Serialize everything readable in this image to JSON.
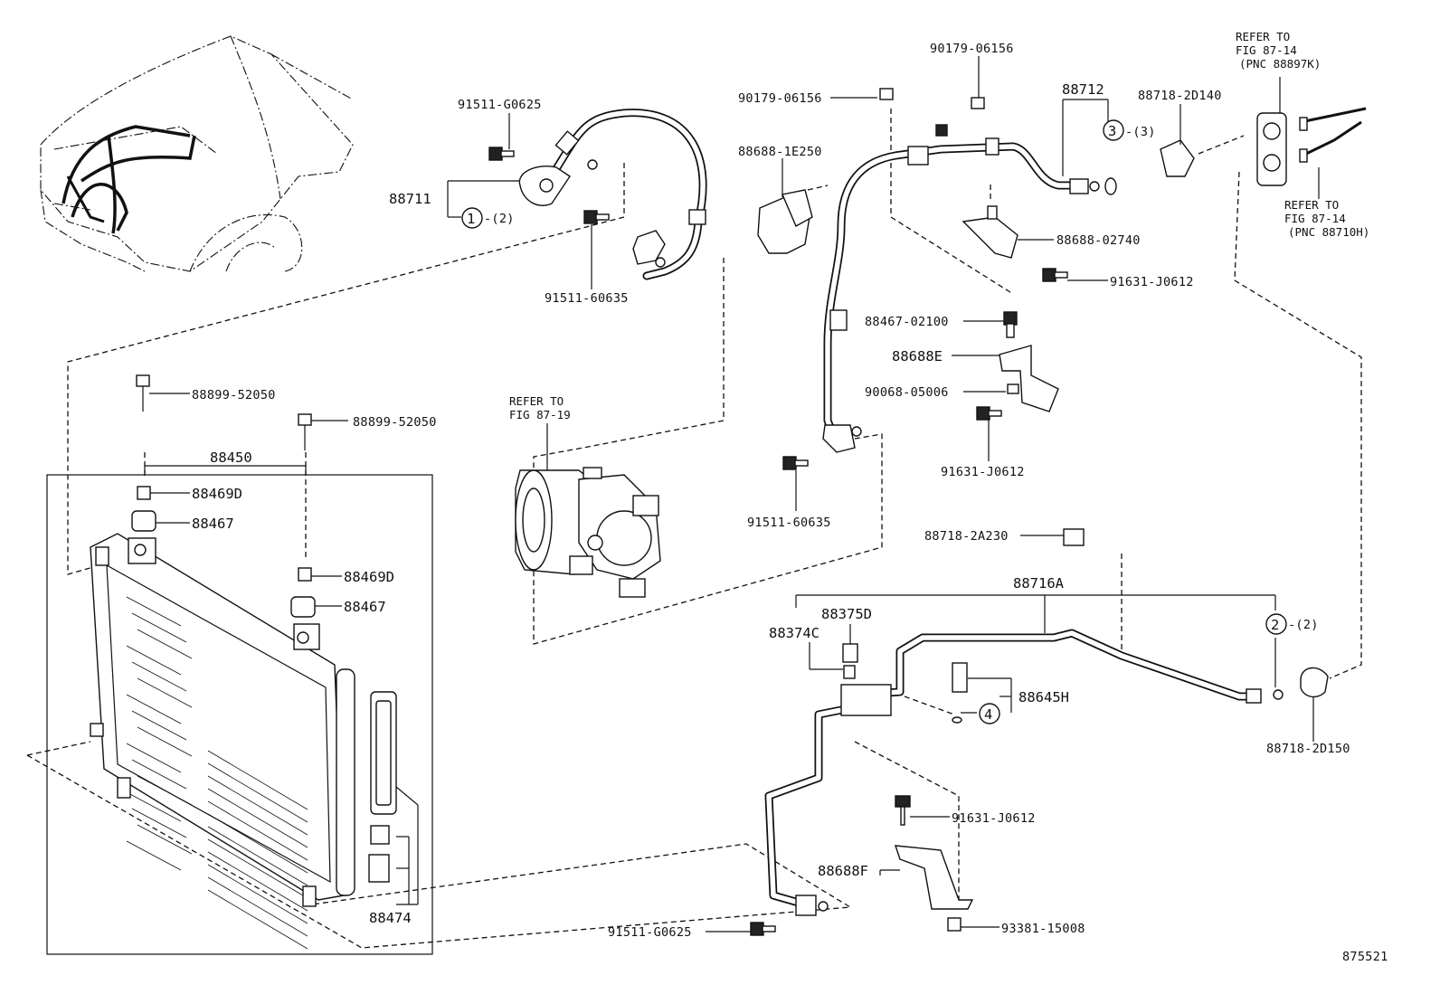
{
  "diagram": {
    "figure_number": "875521",
    "labels": {
      "p91511_g0625_top": "91511-G0625",
      "p88711": "88711",
      "callout1_qty": "-(2)",
      "p91511_60635_left": "91511-60635",
      "p90179_06156_a": "90179-06156",
      "p90179_06156_b": "90179-06156",
      "p88688_1e250": "88688-1E250",
      "p88712": "88712",
      "callout3_qty": "-(3)",
      "p88718_2d140": "88718-2D140",
      "refer_top_1": "REFER TO",
      "refer_top_2": "FIG 87-14",
      "refer_top_3": "(PNC 88897K)",
      "refer_right_1": "REFER TO",
      "refer_right_2": "FIG 87-14",
      "refer_right_3": "(PNC 88710H)",
      "p88688_02740": "88688-02740",
      "p91631_j0612_a": "91631-J0612",
      "p88467_02100": "88467-02100",
      "p88688e": "88688E",
      "p90068_05006": "90068-05006",
      "p91631_j0612_b": "91631-J0612",
      "p91511_60635_mid": "91511-60635",
      "refer_comp_1": "REFER TO",
      "refer_comp_2": "FIG 87-19",
      "p88899_52050_a": "88899-52050",
      "p88899_52050_b": "88899-52050",
      "p88450": "88450",
      "p88469d_a": "88469D",
      "p88467_a": "88467",
      "p88469d_b": "88469D",
      "p88467_b": "88467",
      "p88474": "88474",
      "p88718_2a230": "88718-2A230",
      "p88716a": "88716A",
      "p88375d": "88375D",
      "p88374c": "88374C",
      "callout2_qty": "-(2)",
      "p88645h": "88645H",
      "p88718_2d150": "88718-2D150",
      "p91631_j0612_c": "91631-J0612",
      "p88688f": "88688F",
      "p91511_g0625_bot": "91511-G0625",
      "p93381_15008": "93381-15008"
    },
    "callouts": {
      "c1": "1",
      "c2": "2",
      "c3": "3",
      "c4": "4"
    }
  }
}
